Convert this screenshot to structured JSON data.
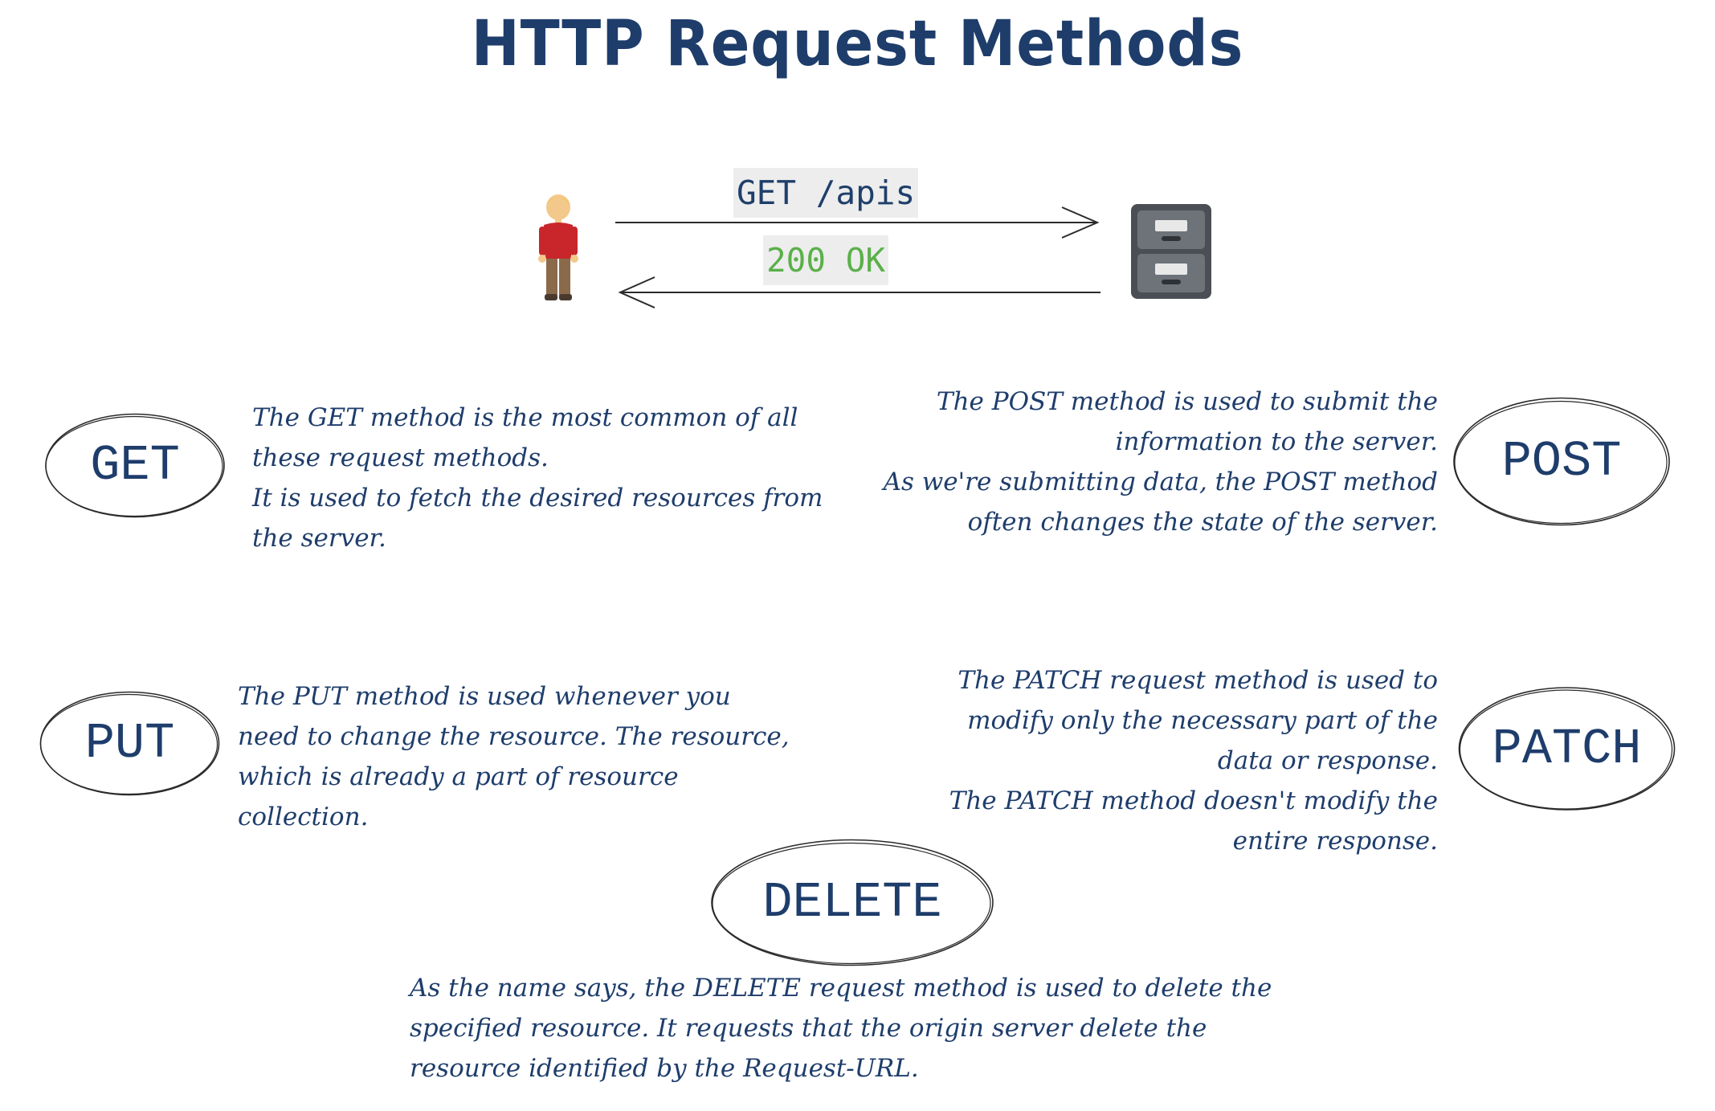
{
  "title": "HTTP Request Methods",
  "flow": {
    "request": "GET /apis",
    "response": "200 OK"
  },
  "icons": {
    "client": "person-icon",
    "server": "file-cabinet-icon"
  },
  "colors": {
    "primary": "#1e3d6b",
    "response_text": "#5bb04a",
    "label_background": "#ededed"
  },
  "methods": {
    "get": {
      "name": "GET",
      "description": [
        "The GET method is the most common of all",
        "these request methods.",
        "It is used to fetch the desired resources from",
        "the server."
      ]
    },
    "post": {
      "name": "POST",
      "description": [
        "The POST method is used to submit the",
        "information to the server.",
        "As we're submitting data, the POST method",
        "often changes the state of the server."
      ]
    },
    "put": {
      "name": "PUT",
      "description": [
        "The PUT method is used whenever you",
        "need to change the resource. The resource,",
        "which is already a part of resource",
        "collection."
      ]
    },
    "patch": {
      "name": "PATCH",
      "description": [
        "The PATCH request method is used to",
        "modify only the necessary part of the",
        "data or response.",
        "The PATCH method doesn't modify the",
        "entire response."
      ]
    },
    "delete": {
      "name": "DELETE",
      "description": [
        "As the name says, the DELETE request method is used to delete the",
        "specified resource. It requests that the origin server delete the",
        "resource identified by the Request-URL."
      ]
    }
  }
}
